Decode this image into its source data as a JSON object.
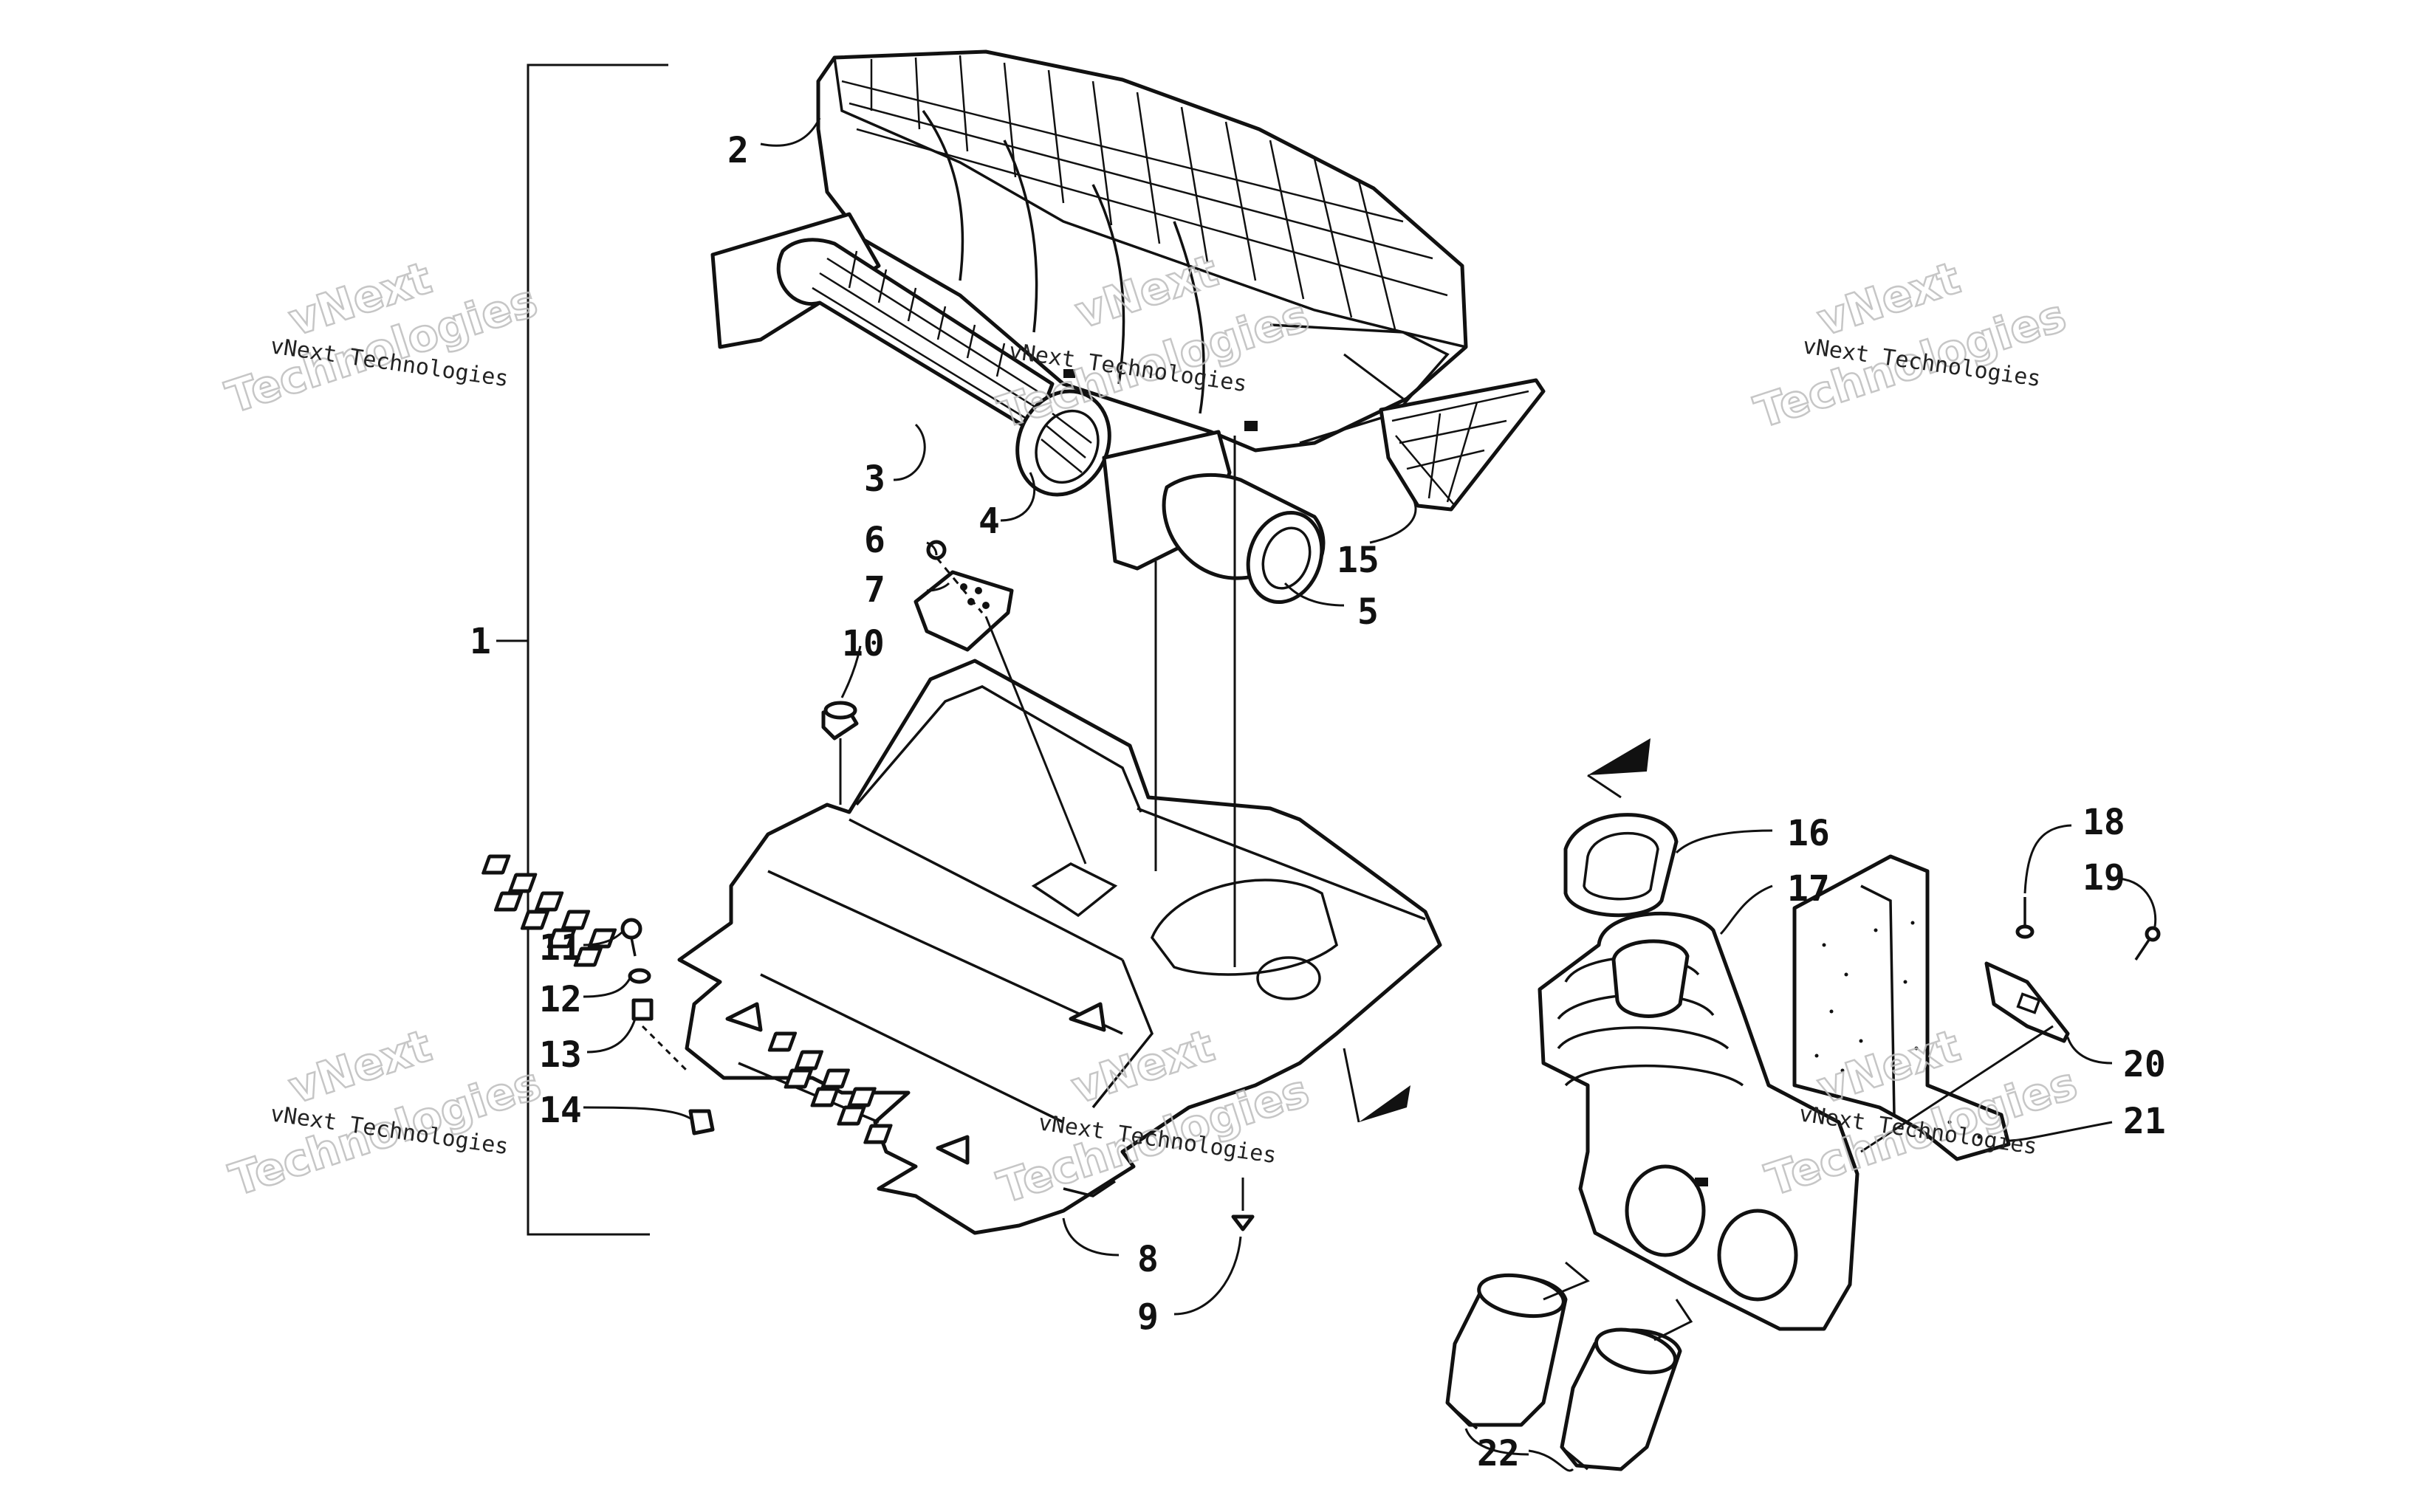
{
  "watermark": {
    "line1": "vNext",
    "line2": "Technologies",
    "combined": "vNext Technologies"
  },
  "callouts": [
    "1",
    "2",
    "3",
    "4",
    "5",
    "6",
    "7",
    "8",
    "9",
    "10",
    "11",
    "12",
    "13",
    "14",
    "15",
    "16",
    "17",
    "18",
    "19",
    "20",
    "21",
    "22"
  ],
  "colors": {
    "ink": "#111111",
    "paper": "#ffffff",
    "watermark": "#bdbdbd"
  }
}
